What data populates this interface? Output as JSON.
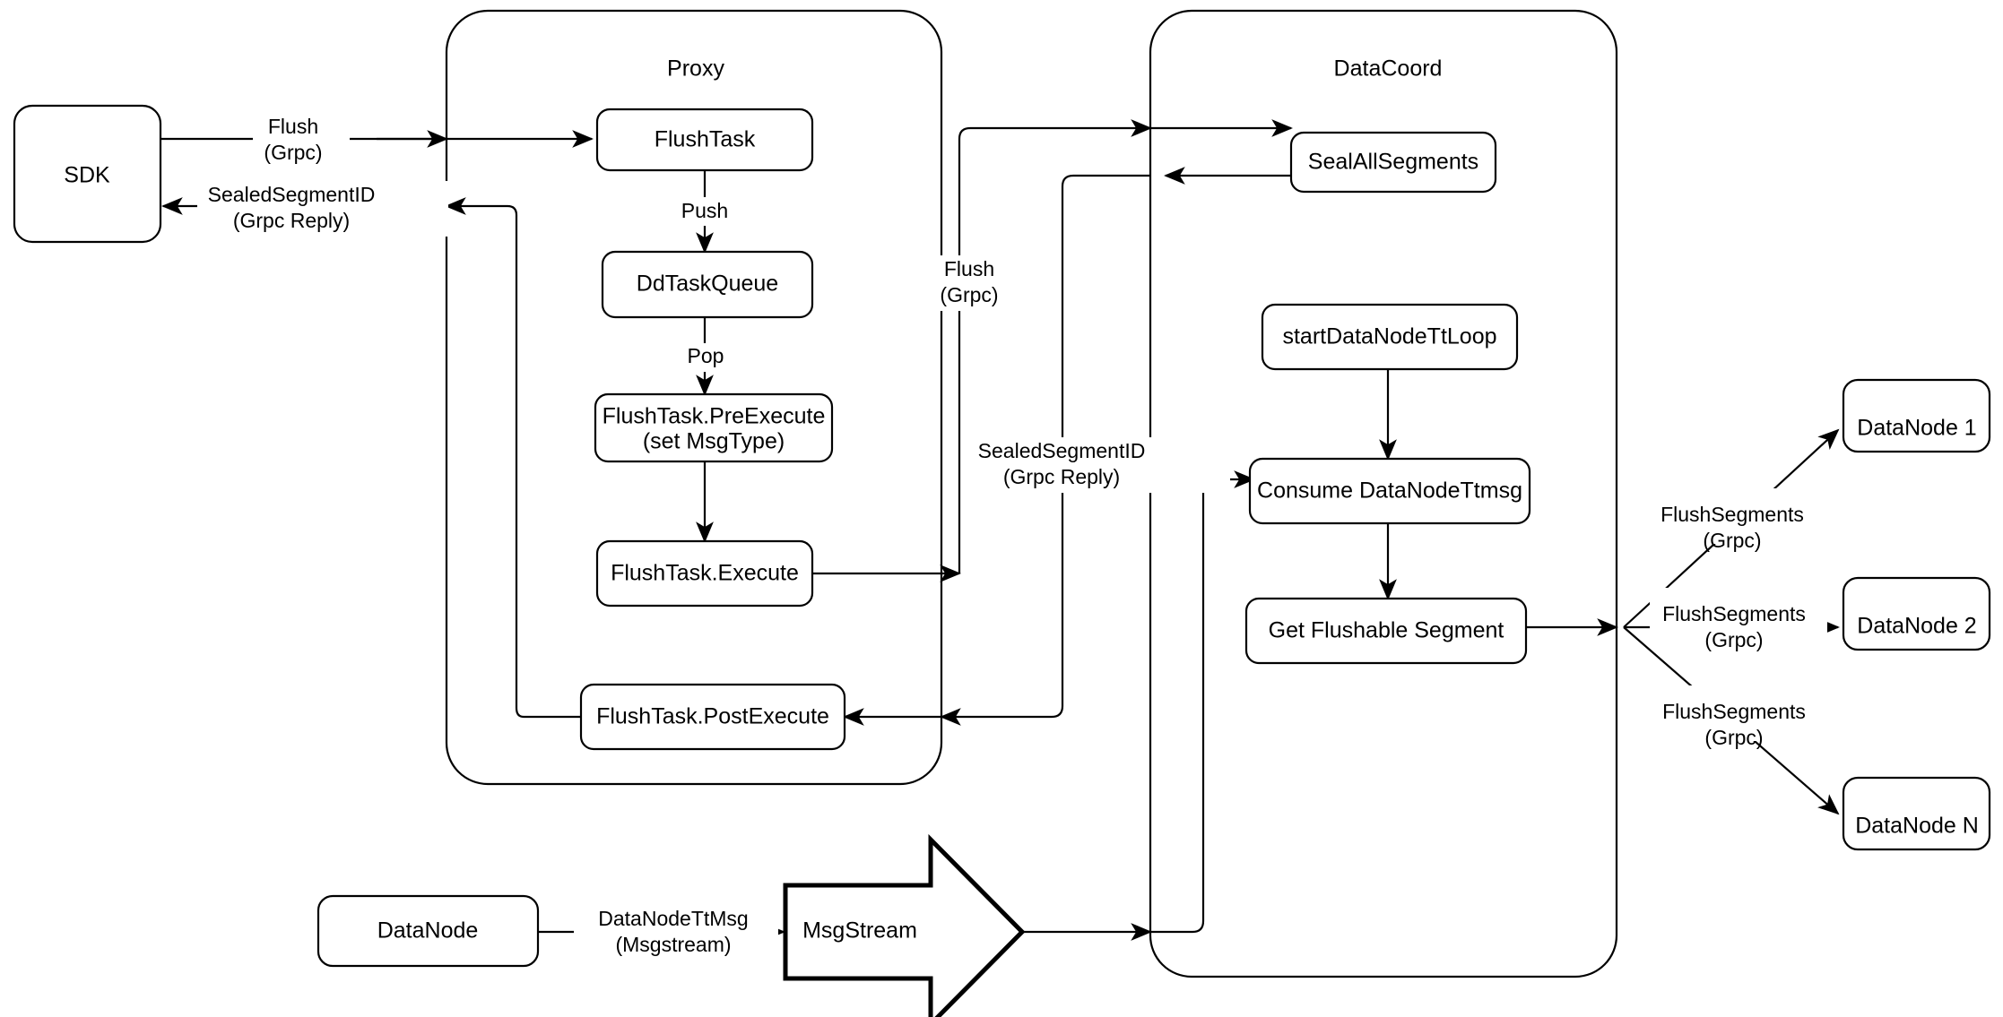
{
  "diagram": {
    "title": "Milvus Flush Sequence Diagram",
    "type": "flowchart",
    "background_color": "#ffffff",
    "stroke_color": "#000000"
  },
  "groups": [
    {
      "id": "proxy",
      "label": "Proxy"
    },
    {
      "id": "datacoord",
      "label": "DataCoord"
    }
  ],
  "nodes": {
    "sdk": "SDK",
    "flush_task": "FlushTask",
    "dd_task_queue": "DdTaskQueue",
    "flush_task_preexecute_line1": "FlushTask.PreExecute",
    "flush_task_preexecute_line2": "(set MsgType)",
    "flush_task_execute": "FlushTask.Execute",
    "flush_task_postexecute": "FlushTask.PostExecute",
    "seal_all_segments": "SealAllSegments",
    "start_datanode_tt_loop": "startDataNodeTtLoop",
    "consume_datanode_ttmsg": "Consume DataNodeTtmsg",
    "get_flushable_segment": "Get Flushable Segment",
    "datanode_1": "DataNode 1",
    "datanode_2": "DataNode 2",
    "datanode_n": "DataNode N",
    "datanode_bottom": "DataNode",
    "msgstream": "MsgStream"
  },
  "edge_labels": {
    "sdk_to_proxy_line1": "Flush",
    "sdk_to_proxy_line2": "(Grpc)",
    "proxy_to_sdk_line1": "SealedSegmentID",
    "proxy_to_sdk_line2": "(Grpc Reply)",
    "flushtask_to_ddqueue": "Push",
    "ddqueue_to_preexecute": "Pop",
    "proxy_to_datacoord_line1": "Flush",
    "proxy_to_datacoord_line2": "(Grpc)",
    "datacoord_to_proxy_line1": "SealedSegmentID",
    "datacoord_to_proxy_line2": "(Grpc Reply)",
    "datanode_to_msgstream_line1": "DataNodeTtMsg",
    "datanode_to_msgstream_line2": "(Msgstream)",
    "flush_segments_1_line1": "FlushSegments",
    "flush_segments_1_line2": "(Grpc)",
    "flush_segments_2_line1": "FlushSegments",
    "flush_segments_2_line2": "(Grpc)",
    "flush_segments_n_line1": "FlushSegments",
    "flush_segments_n_line2": "(Grpc)"
  }
}
